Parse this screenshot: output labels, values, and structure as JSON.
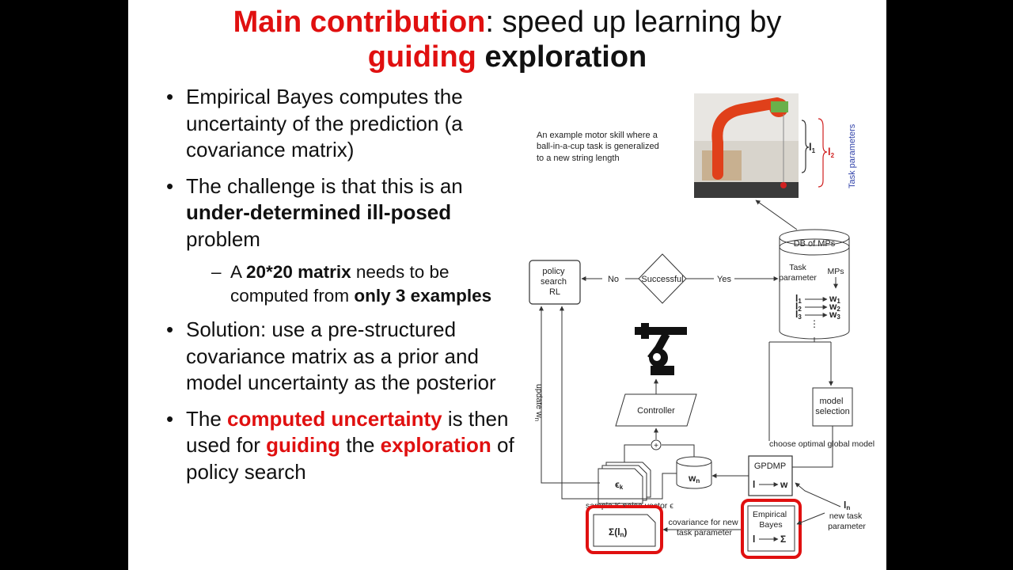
{
  "slide": {
    "title": {
      "part1": "Main contribution",
      "part2": ": speed up learning by",
      "part3": "guiding",
      "part4": " exploration"
    },
    "bullets": {
      "b1": "Empirical Bayes computes the uncertainty of the prediction (a covariance matrix)",
      "b2_a": "The challenge is that this is an ",
      "b2_bold": "under-determined ill-posed",
      "b2_b": " problem",
      "sub_a": "A ",
      "sub_bold1": "20*20 matrix",
      "sub_b": " needs to be computed from ",
      "sub_bold2": "only 3 examples",
      "b3": "Solution: use a pre-structured covariance matrix as a prior and model uncertainty as the posterior",
      "b4_a": "The ",
      "b4_red1": "computed uncertainty",
      "b4_b": " is then used for ",
      "b4_red2": "guiding",
      "b4_c": " the ",
      "b4_red3": "exploration",
      "b4_d": " of policy search"
    }
  },
  "diagram": {
    "caption": [
      "An example motor skill where a",
      "ball-in-a-cup task is generalized",
      "to a new string length"
    ],
    "label_l1": "l",
    "label_l1_sub": "1",
    "label_l2": "l",
    "label_l2_sub": "2",
    "task_parameters": "Task parameters",
    "db": "DB of MPs",
    "db_task": "Task",
    "db_param": "parameter",
    "db_mps": "MPs",
    "db_rows": [
      {
        "l": "l",
        "sub": "1",
        "w": "w",
        "wsub": "1"
      },
      {
        "l": "l",
        "sub": "2",
        "w": "w",
        "wsub": "2"
      },
      {
        "l": "l",
        "sub": "3",
        "w": "w",
        "wsub": "3"
      }
    ],
    "policy": [
      "policy",
      "search",
      "RL"
    ],
    "successful": "Successful",
    "no": "No",
    "yes": "Yes",
    "update": "update w",
    "update_sub": "n",
    "controller": "Controller",
    "model_selection": [
      "model",
      "selection"
    ],
    "choose": "choose optimal global model",
    "gpdmp": "GPDMP",
    "gpdmp_l": "l",
    "gpdmp_w": "w",
    "eps": "ϵ",
    "eps_sub": "k",
    "wn": "w",
    "wn_sub": "n",
    "sample": "sample K noise vector ϵ",
    "sigma": "Σ(l",
    "sigma_sub": "n",
    "sigma_end": ")",
    "cov": [
      "covariance for new",
      "task parameter"
    ],
    "eb": [
      "Empirical",
      "Bayes"
    ],
    "eb_l": "l",
    "eb_sigma": "Σ",
    "ln": "l",
    "ln_sub": "n",
    "new_task": [
      "new task",
      "parameter"
    ]
  }
}
